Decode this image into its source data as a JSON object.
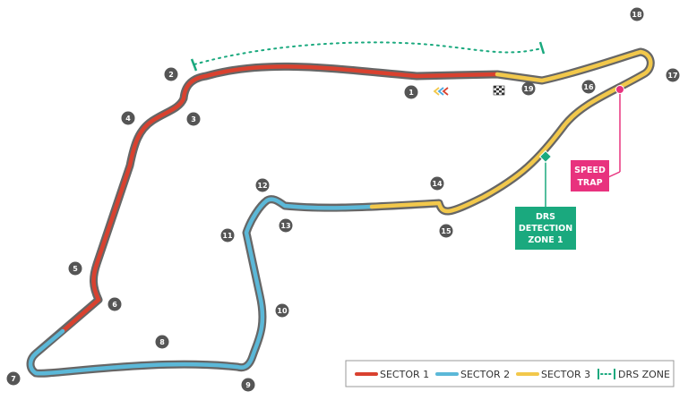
{
  "colors": {
    "track_base": "#666666",
    "sector_1": "#d9412f",
    "sector_2": "#5bb8d8",
    "sector_3": "#f2c84b",
    "drs": "#1aa97e",
    "speed_trap": "#e8327e",
    "turn_marker": "#555555"
  },
  "turns": [
    "1",
    "2",
    "3",
    "4",
    "5",
    "6",
    "7",
    "8",
    "9",
    "10",
    "11",
    "12",
    "13",
    "14",
    "15",
    "16",
    "17",
    "18",
    "19"
  ],
  "icons": [
    "start-direction-chevrons-icon",
    "checkered-flag-icon"
  ],
  "callouts": {
    "speed_trap": [
      "SPEED",
      "TRAP"
    ],
    "drs_detection": [
      "DRS",
      "DETECTION",
      "ZONE 1"
    ]
  },
  "legend": {
    "sector_1": "SECTOR 1",
    "sector_2": "SECTOR 2",
    "sector_3": "SECTOR 3",
    "drs_zone": "DRS ZONE"
  }
}
